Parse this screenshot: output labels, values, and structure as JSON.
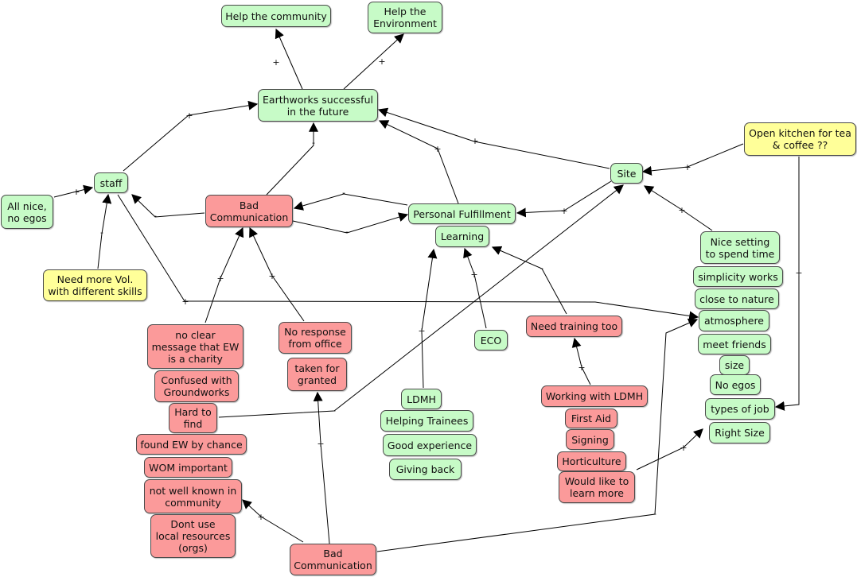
{
  "colors": {
    "green": "#c7fbc7",
    "red": "#fb9a9a",
    "yellow": "#ffff99",
    "line": "#000000"
  },
  "nodes": {
    "help_community": "Help the community",
    "help_environment": "Help the\nEnvironment",
    "earthworks_success": "Earthworks successful\nin the future",
    "open_kitchen": "Open kitchen for tea\n& coffee ??",
    "site": "Site",
    "staff": "staff",
    "all_nice": "All nice,\nno egos",
    "bad_comm_top": "Bad\nCommunication",
    "personal_fulfillment": "Personal Fulfillment",
    "learning": "Learning",
    "need_more_vol": "Need more Vol.\nwith different skills",
    "nice_setting": "Nice setting\nto spend time",
    "simplicity": "simplicity works",
    "close_nature": "close to nature",
    "atmosphere": "atmosphere",
    "meet_friends": "meet friends",
    "size": "size",
    "no_egos": "No egos",
    "types_of_job": "types of job",
    "right_size": "Right Size",
    "no_clear_message": "no clear\nmessage that EW\nis a charity",
    "no_response": "No response\nfrom office",
    "taken_for_granted": "taken for\ngranted",
    "eco": "ECO",
    "need_training": "Need training too",
    "confused_groundworks": "Confused with\nGroundworks",
    "hard_to_find": "Hard to\nfind",
    "found_by_chance": "found EW by chance",
    "wom": "WOM important",
    "not_well_known": "not well known in\ncommunity",
    "dont_use": "Dont use\nlocal resources\n(orgs)",
    "ldmh": "LDMH",
    "helping_trainees": "Helping Trainees",
    "good_experience": "Good experience",
    "giving_back": "Giving  back",
    "working_ldmh": "Working with LDMH",
    "first_aid": "First Aid",
    "signing": "Signing",
    "horticulture": "Horticulture",
    "would_like": "Would like to\nlearn more",
    "bad_comm_bottom": "Bad\nCommunication"
  },
  "edge_labels": {
    "plus": "+",
    "minus": "-"
  }
}
